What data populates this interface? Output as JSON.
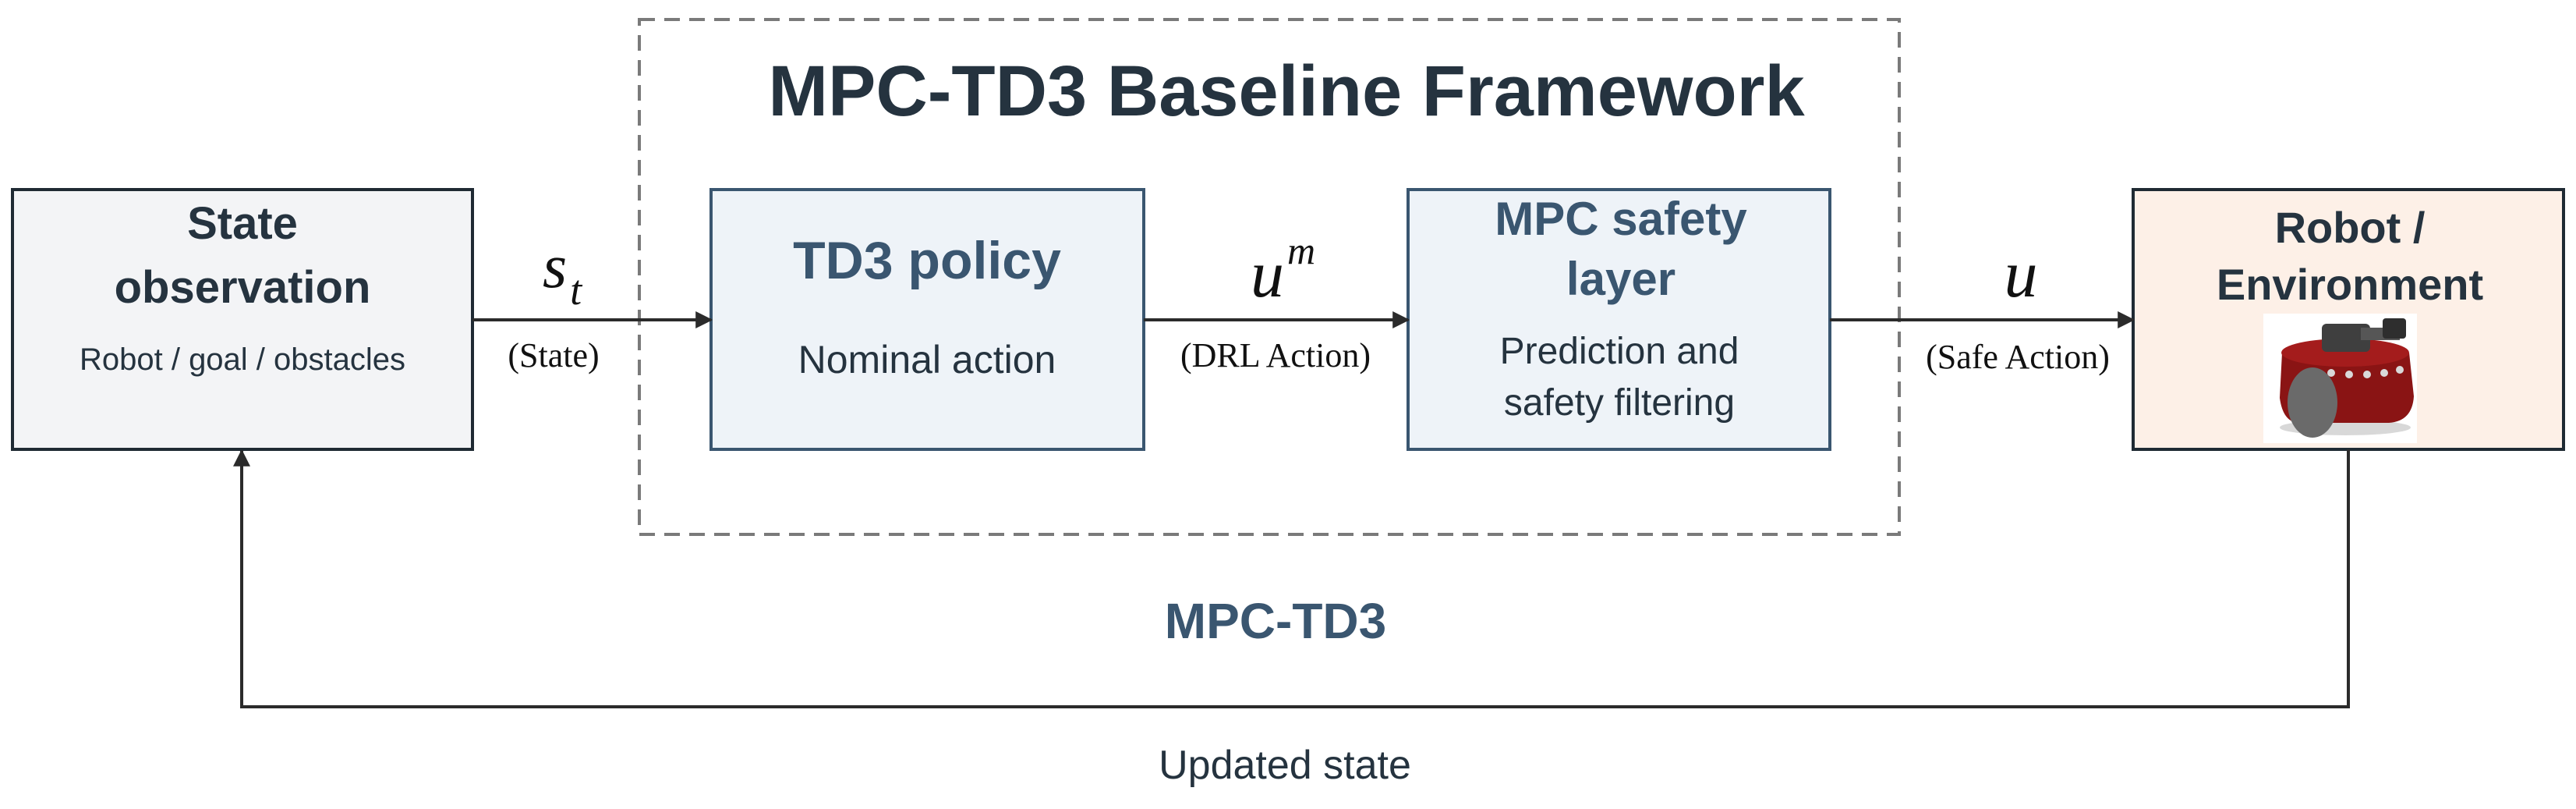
{
  "framework": {
    "title": "MPC-TD3 Baseline Framework",
    "caption": "MPC-TD3"
  },
  "blocks": {
    "state_observation": {
      "title_line1": "State",
      "title_line2": "observation",
      "subtitle": "Robot / goal / obstacles"
    },
    "td3_policy": {
      "title": "TD3 policy",
      "subtitle": "Nominal action"
    },
    "mpc_safety_layer": {
      "title_line1": "MPC safety",
      "title_line2": "layer",
      "subtitle_line1": "Prediction and",
      "subtitle_line2": "safety filtering"
    },
    "robot_environment": {
      "title_line1": "Robot /",
      "title_line2": "Environment"
    }
  },
  "signals": {
    "state": {
      "symbol": "s",
      "subscript": "t",
      "label": "(State)"
    },
    "drl_action": {
      "symbol": "u",
      "superscript": "m",
      "label": "(DRL Action)"
    },
    "safe_action": {
      "symbol": "u",
      "label": "(Safe Action)"
    },
    "feedback": {
      "label": "Updated state"
    }
  },
  "colors": {
    "frame_stroke": "#1f2a33",
    "accent_text": "#3a5670",
    "title_text": "#25333f",
    "gray_fill": "#f3f4f6",
    "blue_fill": "#eef3f8",
    "peach_fill": "#fdf0e7",
    "dashed_border": "#7a7a7a",
    "robot_body": "#8a1414",
    "robot_dark": "#4a4a4a"
  }
}
